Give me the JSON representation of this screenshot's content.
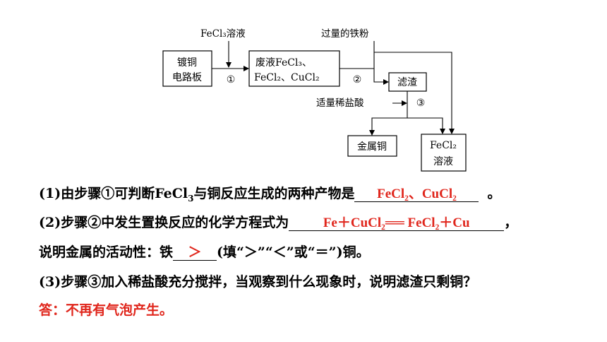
{
  "diagram": {
    "input_fecl3": "FeCl₃溶液",
    "input_iron": "过量的铁粉",
    "input_acid": "适量稀盐酸",
    "box_board": [
      "镀铜",
      "电路板"
    ],
    "box_waste": [
      "废液FeCl₃、",
      "FeCl₂、CuCl₂"
    ],
    "box_residue": "滤渣",
    "box_copper": "金属铜",
    "box_fecl2": [
      "FeCl₂",
      "溶液"
    ],
    "step1": "①",
    "step2": "②",
    "step3": "③"
  },
  "questions": {
    "q1_prefix": "(1)由步骤①可判断FeCl",
    "q1_sub": "3",
    "q1_suffix": "与铜反应生成的两种产物是",
    "q1_answer": "FeCl₂、CuCl₂",
    "q1_end": "。",
    "q2_prefix": "(2)步骤②中发生置换反应的化学方程式为",
    "q2_answer": "Fe＋CuCl₂══ FeCl₂＋Cu",
    "q2_end": "，",
    "q2b_prefix": "说明金属的活动性：铁",
    "q2b_answer": "＞",
    "q2b_suffix": "(填“＞”“＜”或“＝”)铜。",
    "q3_text": "(3)步骤③加入稀盐酸充分搅拌，当观察到什么现象时，说明滤渣只剩铜？",
    "q3_answer": "答：不再有气泡产生。"
  },
  "colors": {
    "answer": "#e0261c",
    "text": "#000000"
  }
}
